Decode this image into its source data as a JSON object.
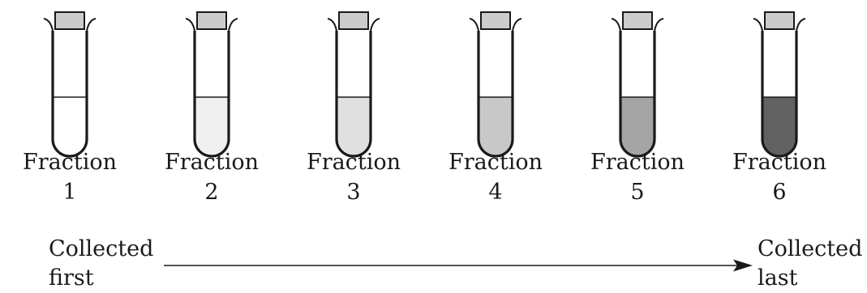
{
  "fractions": [
    {
      "word": "Fraction",
      "number": "1",
      "liquid_color": "#ffffff"
    },
    {
      "word": "Fraction",
      "number": "2",
      "liquid_color": "#f0f0f0"
    },
    {
      "word": "Fraction",
      "number": "3",
      "liquid_color": "#e0e0e0"
    },
    {
      "word": "Fraction",
      "number": "4",
      "liquid_color": "#c8c8c8"
    },
    {
      "word": "Fraction",
      "number": "5",
      "liquid_color": "#a4a4a4"
    },
    {
      "word": "Fraction",
      "number": "6",
      "liquid_color": "#626262"
    }
  ],
  "flow": {
    "start": {
      "line1": "Collected",
      "line2": "first"
    },
    "end": {
      "line1": "Collected",
      "line2": "last"
    }
  },
  "colors": {
    "outline": "#1a1a1a",
    "cap": "#cccccc"
  }
}
